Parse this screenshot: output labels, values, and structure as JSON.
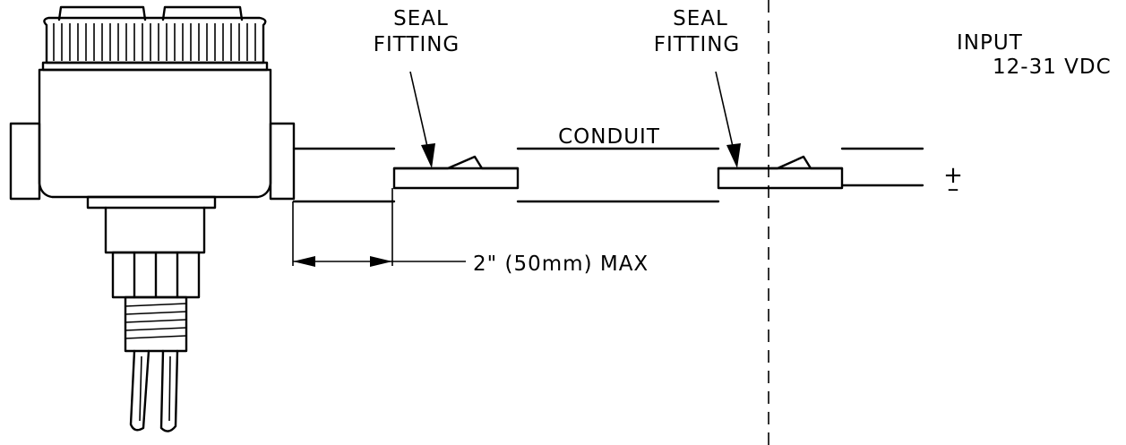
{
  "labels": {
    "seal_fitting_1_line1": "SEAL",
    "seal_fitting_1_line2": "FITTING",
    "seal_fitting_2_line1": "SEAL",
    "seal_fitting_2_line2": "FITTING",
    "conduit": "CONDUIT",
    "input_line1": "INPUT",
    "input_line2": "12-31 VDC",
    "plus": "+",
    "minus": "–",
    "dimension": "2\" (50mm) MAX"
  }
}
